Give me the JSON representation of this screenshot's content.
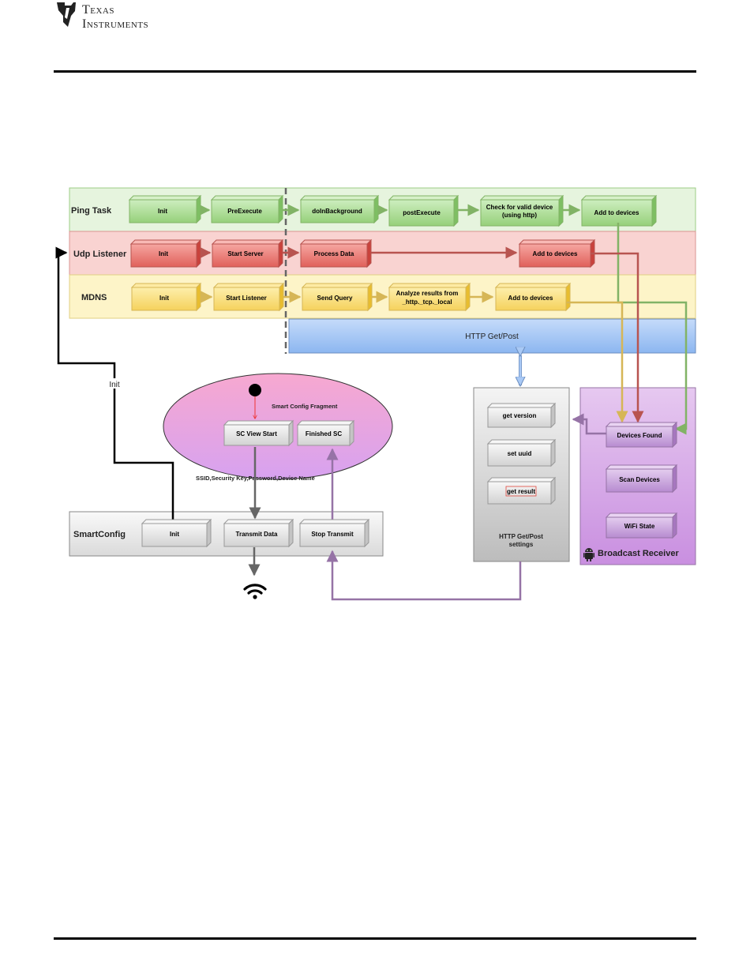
{
  "header": {
    "logo_line1": "Texas",
    "logo_line2": "Instruments"
  },
  "lanes": {
    "ping": {
      "title": "Ping Task",
      "steps": [
        "Init",
        "PreExecute",
        "doInBackground",
        "postExecute",
        "Check for valid device",
        "(using http)",
        "Add to devices"
      ]
    },
    "udp": {
      "title": "Udp Listener",
      "steps": [
        "Init",
        "Start Server",
        "Process Data",
        "Add to devices"
      ]
    },
    "mdns": {
      "title": "MDNS",
      "steps": [
        "Init",
        "Start Listener",
        "Send Query",
        "Analyze results from",
        "_http._tcp._local",
        "Add to devices"
      ]
    }
  },
  "http_bar": {
    "label": "HTTP Get/Post"
  },
  "init_label": "Init",
  "fragment": {
    "title": "Smart Config Fragment",
    "view_start": "SC View Start",
    "finished": "Finished SC",
    "params_label": "SSID,Security Key,Password,Device Name"
  },
  "smartconfig": {
    "title": "SmartConfig",
    "init": "Init",
    "transmit": "Transmit Data",
    "stop": "Stop Transmit"
  },
  "http_settings": {
    "items": [
      "get version",
      "set uuid",
      "get result"
    ],
    "caption_line1": "HTTP Get/Post",
    "caption_line2": "settings"
  },
  "broadcast": {
    "title": "Broadcast Receiver",
    "items": [
      "Devices Found",
      "Scan Devices",
      "WiFi State"
    ]
  },
  "colors": {
    "green_lane": "#e6f4de",
    "red_lane": "#f9d3d1",
    "yellow_lane": "#fdf4c8",
    "http_blue": "#a9c9f5",
    "purple_panel": "#dcb2e8",
    "green_arrow": "#82b366",
    "red_arrow": "#b85450",
    "yellow_arrow": "#d6b656",
    "purple_arrow": "#9673a6"
  }
}
